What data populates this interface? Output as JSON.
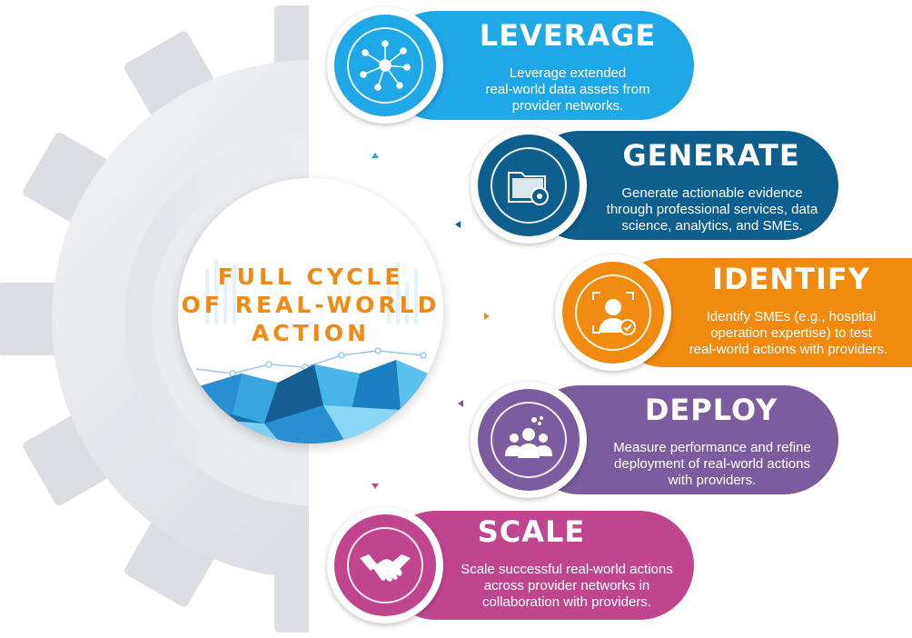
{
  "center": {
    "title_lines": [
      "FULL CYCLE",
      "OF REAL-WORLD",
      "ACTION"
    ],
    "title_color": "#f08a12"
  },
  "stages": [
    {
      "title": "LEVERAGE",
      "description": [
        "Leverage extended",
        "real-world data assets from",
        "provider networks."
      ],
      "color": "#1fa7e6",
      "icon": "network-hub-icon"
    },
    {
      "title": "GENERATE",
      "description": [
        "Generate actionable evidence",
        "through professional services, data",
        "science, analytics, and SMEs."
      ],
      "color": "#0e5f8e",
      "icon": "folder-gear-icon"
    },
    {
      "title": "IDENTIFY",
      "description": [
        "Identify SMEs (e.g., hospital",
        "operation expertise) to test",
        "real-world actions with providers."
      ],
      "color": "#f08a10",
      "icon": "face-scan-check-icon"
    },
    {
      "title": "DEPLOY",
      "description": [
        "Measure performance and refine",
        "deployment of real-world actions",
        "with providers."
      ],
      "color": "#7b5d9f",
      "icon": "team-gear-icon"
    },
    {
      "title": "SCALE",
      "description": [
        "Scale successful real-world actions",
        "across provider networks in",
        "collaboration with providers."
      ],
      "color": "#c0458f",
      "icon": "handshake-icon"
    }
  ]
}
